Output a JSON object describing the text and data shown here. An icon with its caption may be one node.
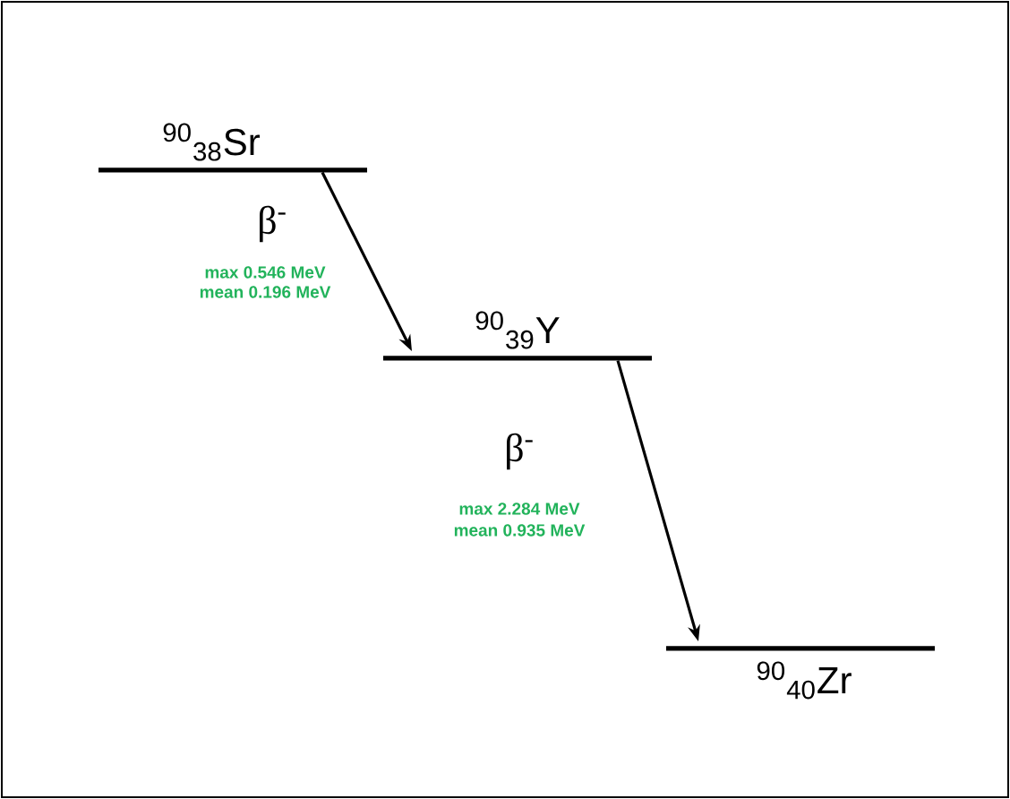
{
  "diagram": {
    "nodes": [
      {
        "text": [
          "$^{90}$$_{38}$Sr"
        ]
      },
      {
        "text": [
          "$^{90}$$_{39}$Y"
        ]
      },
      {
        "text": [
          "$^{90}$$_{40}$Zr"
        ]
      }
    ],
    "edges": [
      {
        "from": 0,
        "to": 1,
        "arrow": "to",
        "label": "β$^{-}$"
      },
      {
        "from": 1,
        "to": 2,
        "arrow": "to",
        "label": "β$^{-}$"
      }
    ],
    "labels": [
      "max 0.546 MeV",
      "mean 0.196 MeV",
      "max 2.284 MeV",
      "mean 0.935 MeV"
    ]
  }
}
